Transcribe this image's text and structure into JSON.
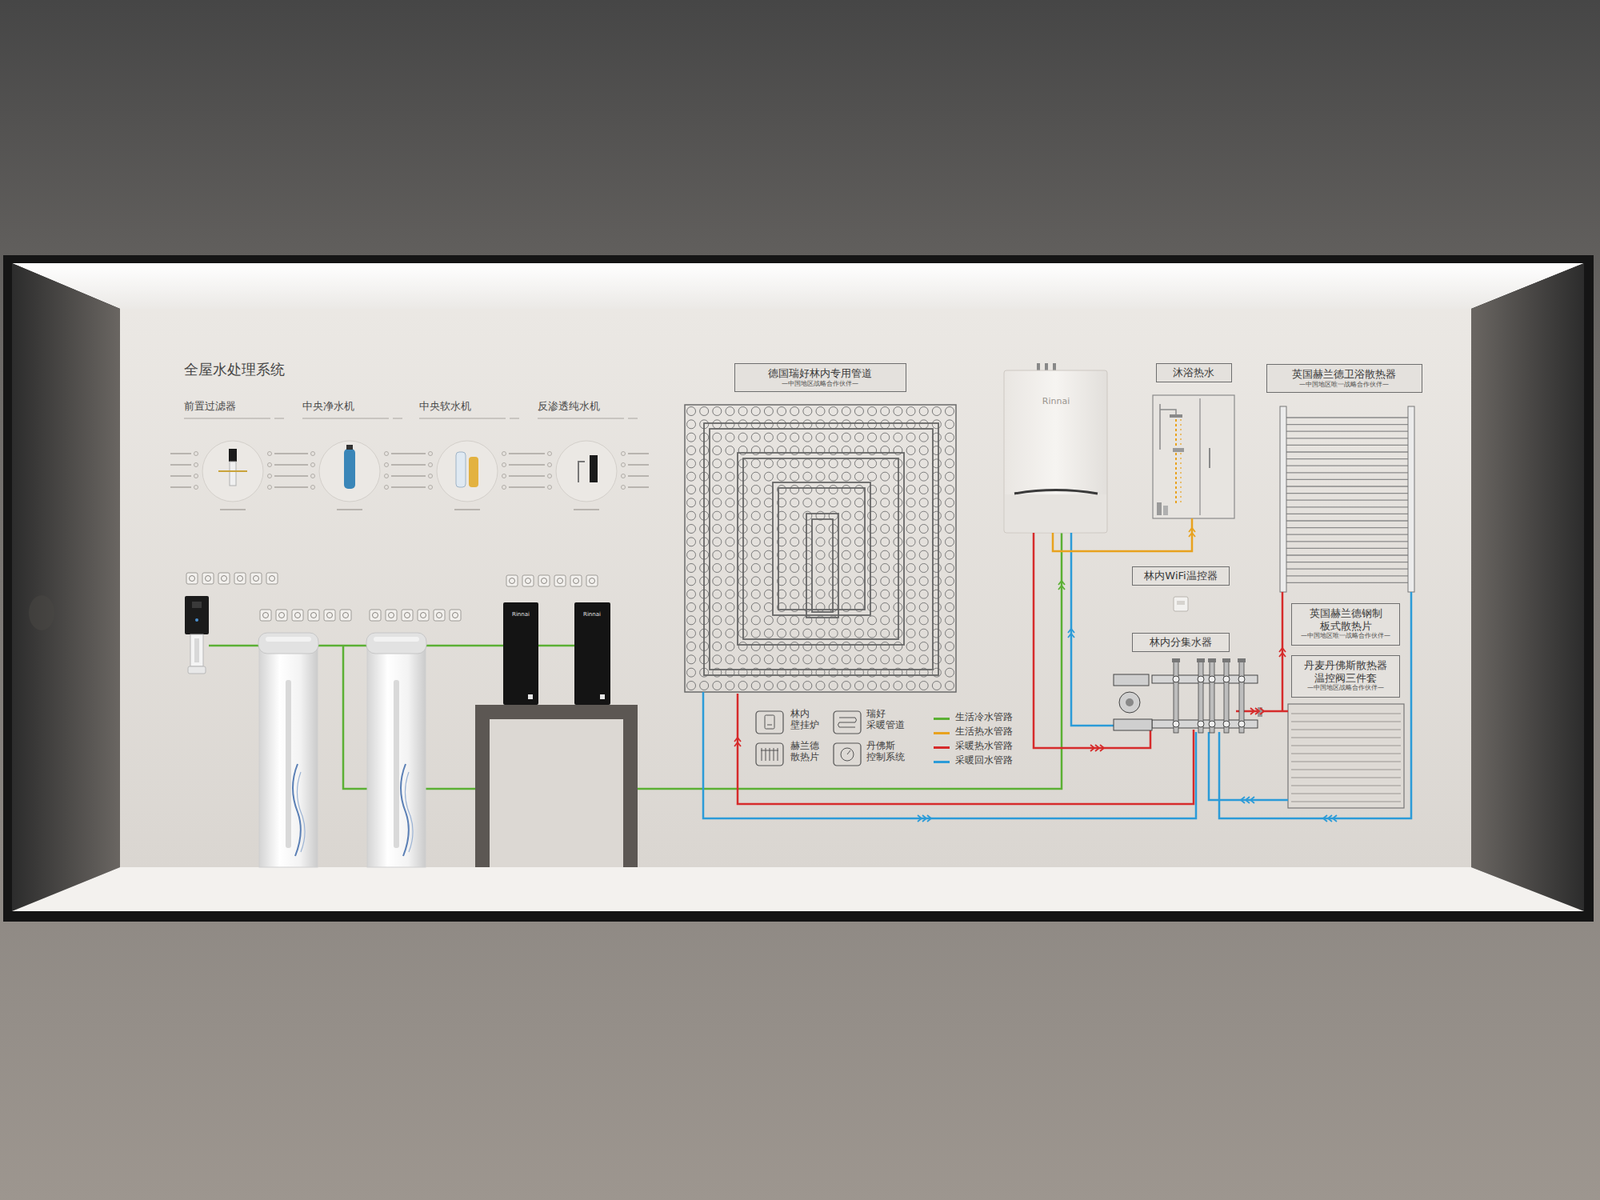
{
  "diagram": {
    "title": "全屋水处理系统",
    "nodes": [
      {
        "text": [
          "德国瑞好林内专用管道",
          "—中国地区战略合作伙伴—"
        ]
      },
      {
        "text": [
          "沐浴热水"
        ]
      },
      {
        "text": [
          "英国赫兰德卫浴散热器",
          "—中国地区唯一战略合作伙伴—"
        ]
      },
      {
        "text": [
          "林内WiFi温控器"
        ]
      },
      {
        "text": [
          "林内分集水器"
        ]
      },
      {
        "text": [
          "英国赫兰德钢制 板式散热片",
          "—中国地区唯一战略合作伙伴—"
        ]
      },
      {
        "text": [
          "丹麦丹佛斯散热器 温控阀三件套",
          "—中国地区战略合作伙伴—"
        ]
      }
    ],
    "labels": [
      "前置过滤器",
      "中央净水机",
      "中央软水机",
      "反渗透纯水机",
      "Rinnai",
      "Rinnai",
      "Rinnai"
    ],
    "legend": [
      {
        "text": "林内 壁挂炉"
      },
      {
        "text": "瑞好 采暖管道"
      },
      {
        "text": "赫兰德 散热片"
      },
      {
        "text": "丹佛斯 控制系统"
      },
      {
        "text": "生活冷水管路",
        "color": "#5bb034"
      },
      {
        "text": "生活热水管路",
        "color": "#e8a21e"
      },
      {
        "text": "采暖热水管路",
        "color": "#d62b2b"
      },
      {
        "text": "采暖回水管路",
        "color": "#2b9bd8"
      }
    ]
  }
}
